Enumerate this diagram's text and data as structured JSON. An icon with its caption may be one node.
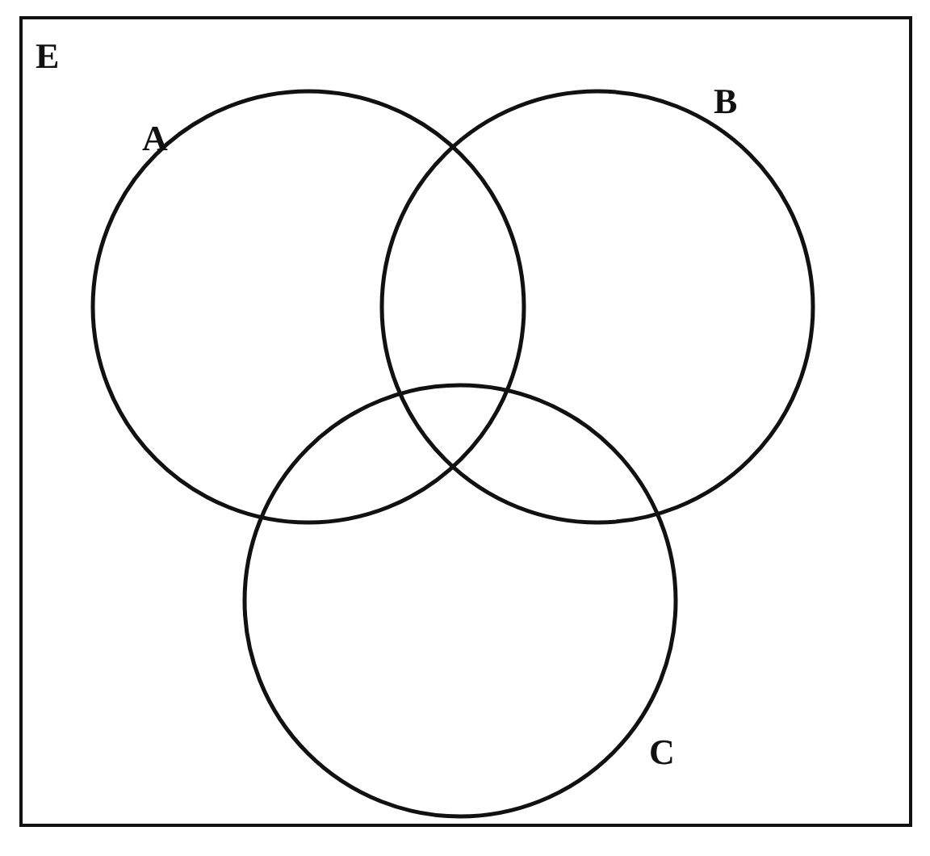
{
  "diagram": {
    "nodes": [
      {
        "text": [
          "E"
        ]
      },
      {
        "text": [
          "A"
        ],
        "in": 0
      },
      {
        "text": [
          "B"
        ],
        "in": 0
      },
      {
        "text": [
          "C"
        ],
        "in": 0
      }
    ]
  }
}
